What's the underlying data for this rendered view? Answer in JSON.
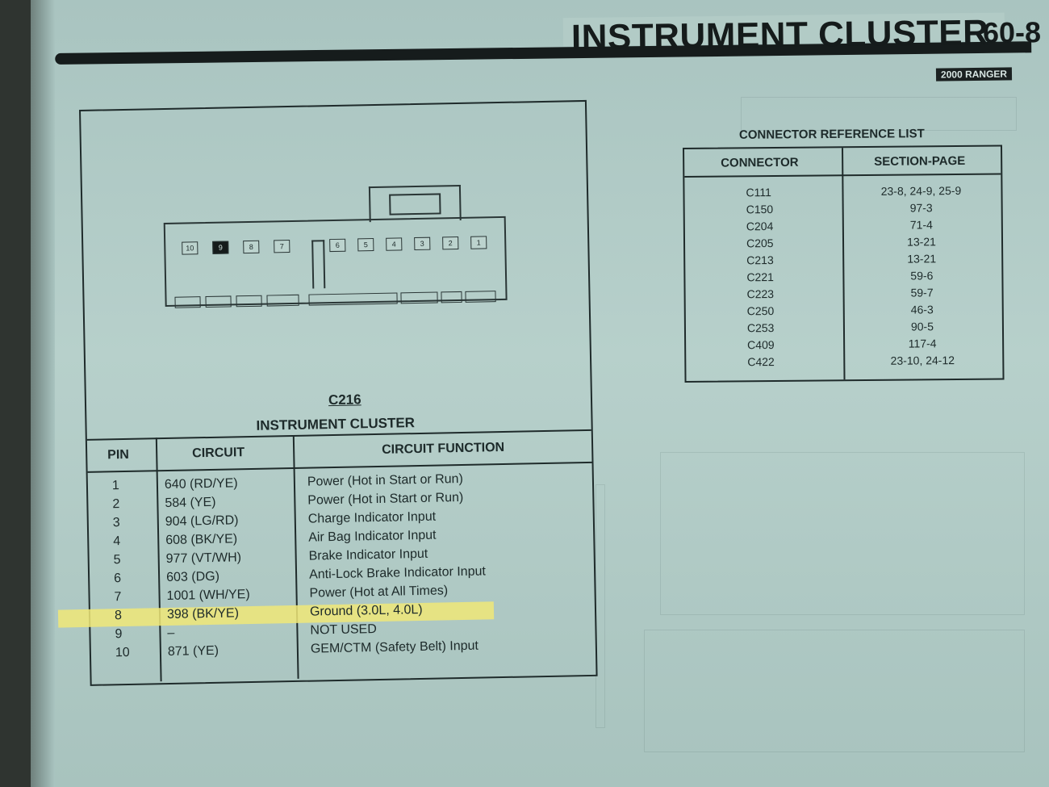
{
  "header": {
    "title": "INSTRUMENT CLUSTER",
    "page_number": "60-8",
    "vehicle": "2000 RANGER"
  },
  "connector": {
    "id": "C216",
    "name": "INSTRUMENT CLUSTER",
    "pins_top_left": [
      "10",
      "9",
      "8",
      "7"
    ],
    "pins_top_right": [
      "6",
      "5",
      "4",
      "3",
      "2",
      "1"
    ],
    "highlighted_pin": "9",
    "table": {
      "headers": {
        "pin": "PIN",
        "circuit": "CIRCUIT",
        "function": "CIRCUIT FUNCTION"
      },
      "rows": [
        {
          "pin": "1",
          "circuit": "640 (RD/YE)",
          "function": "Power (Hot in Start or Run)"
        },
        {
          "pin": "2",
          "circuit": "584 (YE)",
          "function": "Power (Hot in Start or Run)"
        },
        {
          "pin": "3",
          "circuit": "904 (LG/RD)",
          "function": "Charge Indicator Input"
        },
        {
          "pin": "4",
          "circuit": "608 (BK/YE)",
          "function": "Air Bag Indicator Input"
        },
        {
          "pin": "5",
          "circuit": "977 (VT/WH)",
          "function": "Brake Indicator Input"
        },
        {
          "pin": "6",
          "circuit": "603 (DG)",
          "function": "Anti-Lock Brake Indicator Input"
        },
        {
          "pin": "7",
          "circuit": "1001 (WH/YE)",
          "function": "Power (Hot at All Times)"
        },
        {
          "pin": "8",
          "circuit": "398 (BK/YE)",
          "function": "Ground (3.0L, 4.0L)",
          "highlighted": true
        },
        {
          "pin": "9",
          "circuit": "–",
          "function": "NOT USED"
        },
        {
          "pin": "10",
          "circuit": "871 (YE)",
          "function": "GEM/CTM (Safety Belt) Input"
        }
      ]
    }
  },
  "reference": {
    "title": "CONNECTOR REFERENCE LIST",
    "headers": {
      "connector": "CONNECTOR",
      "section": "SECTION-PAGE"
    },
    "rows": [
      {
        "connector": "C111",
        "section": "23-8, 24-9, 25-9"
      },
      {
        "connector": "C150",
        "section": "97-3"
      },
      {
        "connector": "C204",
        "section": "71-4"
      },
      {
        "connector": "C205",
        "section": "13-21"
      },
      {
        "connector": "C213",
        "section": "13-21"
      },
      {
        "connector": "C221",
        "section": "59-6"
      },
      {
        "connector": "C223",
        "section": "59-7"
      },
      {
        "connector": "C250",
        "section": "46-3"
      },
      {
        "connector": "C253",
        "section": "90-5"
      },
      {
        "connector": "C409",
        "section": "117-4"
      },
      {
        "connector": "C422",
        "section": "23-10, 24-12"
      }
    ]
  },
  "colors": {
    "paper": "#b2cbc6",
    "ink": "#1d2a2a",
    "highlight": "#f0e878"
  }
}
